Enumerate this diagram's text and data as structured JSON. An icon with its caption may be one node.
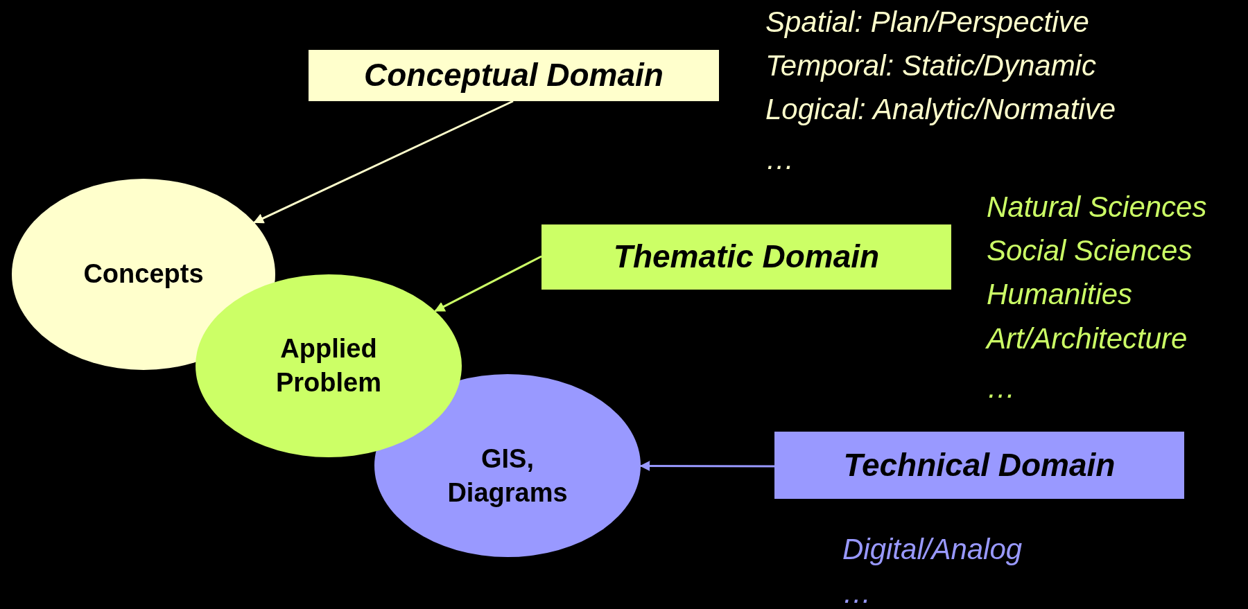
{
  "diagram": {
    "nodes": [
      {
        "text": [
          "Conceptual Domain"
        ]
      },
      {
        "text": [
          "Concepts"
        ]
      },
      {
        "text": [
          "Thematic Domain"
        ]
      },
      {
        "text": [
          "Applied Problem"
        ]
      },
      {
        "text": [
          "GIS, Diagrams"
        ]
      },
      {
        "text": [
          "Technical Domain"
        ]
      }
    ],
    "edges": [
      {
        "from": 0,
        "to": 1,
        "arrow": "to",
        "color": "#ffffcc"
      },
      {
        "from": 2,
        "to": 3,
        "arrow": "to",
        "color": "#ccff66"
      },
      {
        "from": 5,
        "to": 4,
        "arrow": "to",
        "color": "#9999ff"
      }
    ],
    "labels": [
      "Spatial: Plan/Perspective",
      "Temporal: Static/Dynamic",
      "Logical: Analytic/Normative",
      "…",
      "Natural Sciences",
      "Social Sciences",
      "Humanities",
      "Art/Architecture",
      "…",
      "Digital/Analog",
      "…"
    ]
  }
}
